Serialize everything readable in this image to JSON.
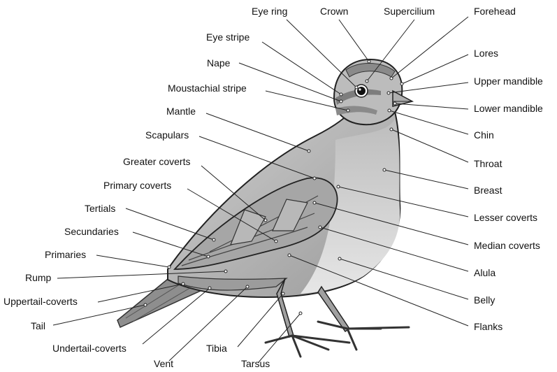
{
  "labels": {
    "eye_ring": "Eye ring",
    "crown": "Crown",
    "supercilium": "Supercilium",
    "forehead": "Forehead",
    "eye_stripe": "Eye stripe",
    "lores": "Lores",
    "nape": "Nape",
    "upper_mandible": "Upper mandible",
    "moustachial_stripe": "Moustachial stripe",
    "lower_mandible": "Lower mandible",
    "mantle": "Mantle",
    "chin": "Chin",
    "scapulars": "Scapulars",
    "throat": "Throat",
    "greater_coverts": "Greater coverts",
    "primary_coverts": "Primary coverts",
    "breast": "Breast",
    "tertials": "Tertials",
    "lesser_coverts": "Lesser coverts",
    "secundaries": "Secundaries",
    "median_coverts": "Median coverts",
    "primaries": "Primaries",
    "alula": "Alula",
    "rump": "Rump",
    "uppertail_coverts": "Uppertail-coverts",
    "belly": "Belly",
    "tail": "Tail",
    "flanks": "Flanks",
    "undertail_coverts": "Undertail-coverts",
    "tibia": "Tibia",
    "vent": "Vent",
    "tarsus": "Tarsus"
  }
}
